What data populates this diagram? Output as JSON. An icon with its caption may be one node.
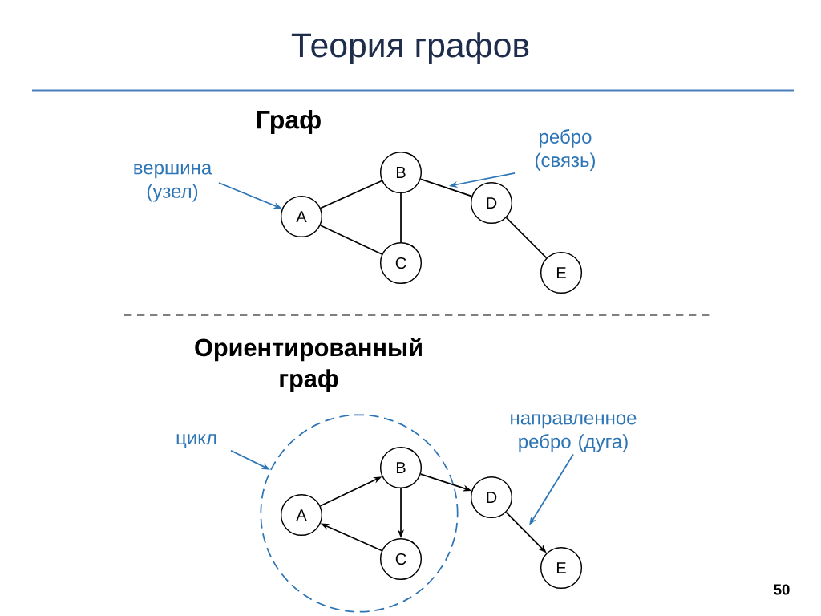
{
  "diagram": {
    "title": "Теория графов",
    "nodes": [
      {
        "text": [
          "A"
        ]
      },
      {
        "text": [
          "B"
        ]
      },
      {
        "text": [
          "C"
        ]
      },
      {
        "text": [
          "D"
        ]
      },
      {
        "text": [
          "E"
        ]
      },
      {
        "text": [
          "вершина (узел)"
        ]
      },
      {
        "text": [
          "ребро (связь)"
        ]
      },
      {
        "text": [],
        "shape": "circle"
      },
      {
        "text": [
          "A"
        ],
        "in": 7
      },
      {
        "text": [
          "B"
        ],
        "in": 7
      },
      {
        "text": [
          "C"
        ],
        "in": 7
      },
      {
        "text": [
          "D"
        ]
      },
      {
        "text": [
          "E"
        ]
      },
      {
        "text": [
          "цикл"
        ]
      },
      {
        "text": [
          "направленное ребро (дуга)"
        ]
      }
    ],
    "edges": [
      {
        "from": 0,
        "to": 1,
        "arrow": "none"
      },
      {
        "from": 0,
        "to": 2,
        "arrow": "none"
      },
      {
        "from": 1,
        "to": 2,
        "arrow": "none"
      },
      {
        "from": 1,
        "to": 3,
        "arrow": "none"
      },
      {
        "from": 3,
        "to": 4,
        "arrow": "none"
      },
      {
        "from": 5,
        "to": 0,
        "arrow": "to",
        "color": "#2e75b6"
      },
      {
        "from": 6,
        "to": null,
        "arrow": "to",
        "color": "#2e75b6"
      },
      {
        "from": 8,
        "to": 9,
        "arrow": "to"
      },
      {
        "from": 9,
        "to": 10,
        "arrow": "to"
      },
      {
        "from": 10,
        "to": 8,
        "arrow": "to"
      },
      {
        "from": 9,
        "to": 11,
        "arrow": "to"
      },
      {
        "from": 11,
        "to": 12,
        "arrow": "to"
      },
      {
        "from": 13,
        "to": 7,
        "arrow": "to",
        "color": "#2e75b6"
      },
      {
        "from": 14,
        "to": null,
        "arrow": "to",
        "color": "#2e75b6"
      }
    ],
    "labels": [
      "Граф",
      "Ориентированный граф",
      "50"
    ]
  }
}
